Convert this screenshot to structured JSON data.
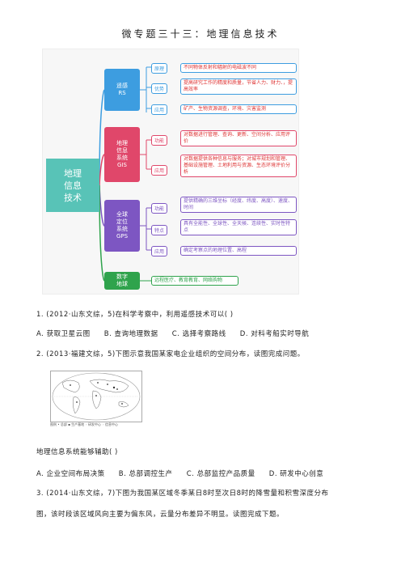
{
  "title": "微专题三十三：地理信息技术",
  "mindmap": {
    "root": "地理\n信息\n技术",
    "branches": {
      "rs": {
        "name": "遥感\nRS",
        "items": [
          {
            "label": "原理",
            "text": "不同物体反射和辐射的电磁波不同"
          },
          {
            "label": "优势",
            "text": "提高研究工作的精度和质量，节省人力、财力、，提高效率"
          },
          {
            "label": "应用",
            "text": "矿产、生物资源调查，环境、灾害监测"
          }
        ]
      },
      "gis": {
        "name": "地理\n信息\n系统\nGIS",
        "items": [
          {
            "label": "功能",
            "text": "对数据进行管理、查询、更新、空间分析、应用评价"
          },
          {
            "label": "应用",
            "text": "对数据提供各种信息与服务；对城市规划和管理、基础设施管理、土地利用与资源、生态环境评价分析"
          }
        ]
      },
      "gps": {
        "name": "全球\n定位\n系统\nGPS",
        "items": [
          {
            "label": "功能",
            "text": "提供精确的三维坐标（经度、纬度、高度）、速度、时间"
          },
          {
            "label": "特点",
            "text": "具有全能性、全球性、全天候、连续性、实时性特点"
          },
          {
            "label": "应用",
            "text": "确定考察点的地理位置、高程"
          }
        ]
      },
      "digital": {
        "name": "数字\n地球",
        "items": [
          {
            "label": "",
            "text": "远程医疗、教育教育、网络购物"
          }
        ]
      }
    }
  },
  "questions": {
    "q1": "1. (2012·山东文综，5)在科学考察中，利用遥感技术可以(      )",
    "q1_options": [
      "A. 获取卫星云图",
      "B. 查询地理数据",
      "C. 选择考察路线",
      "D. 对科考船实时导航"
    ],
    "q2": "2. (2013·福建文综，5)下图示意我国某家电企业组织的空间分布，读图完成问题。",
    "map_legend": "图例 • 总部  ▪ 生产基地  ◦ 研发中心  ◦ 信息中心",
    "q2_stem": "地理信息系统能够辅助(      )",
    "q2_options": [
      "A. 企业空间布局决策",
      "B. 总部调控生产",
      "C. 总部监控产品质量",
      "D. 研发中心创意"
    ],
    "q3_line1": "3. (2014·山东文综，7)下图为我国某区域冬季某日8时至次日8时的降雪量和积雪深度分布",
    "q3_line2": "图，该时段该区域风向主要为偏东风，云量分布差异不明显。读图完成下题。"
  },
  "colors": {
    "root": "#58c3b7",
    "rs": "#3d9de0",
    "gis": "#e0476a",
    "gps": "#7d56c2",
    "digital": "#2fa34c"
  }
}
